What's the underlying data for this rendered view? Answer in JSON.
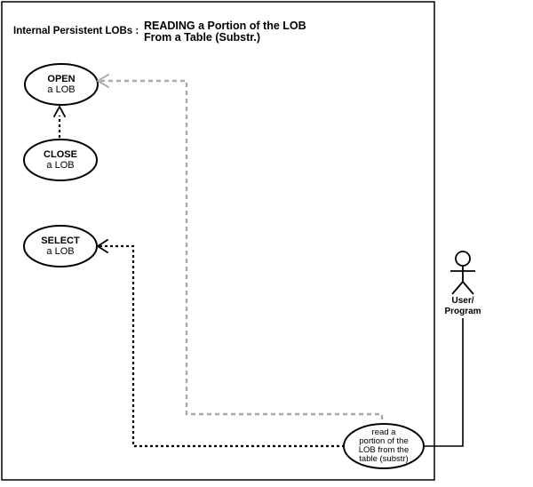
{
  "header": {
    "context_label": "Internal Persistent LOBs :",
    "title_line1": "READING a Portion of the LOB",
    "title_line2": "From a Table (Substr.)"
  },
  "use_cases": {
    "open": {
      "line1": "OPEN",
      "line2": "a LOB"
    },
    "close": {
      "line1": "CLOSE",
      "line2": "a LOB"
    },
    "select": {
      "line1": "SELECT",
      "line2": "a LOB"
    },
    "read_portion": {
      "line1": "read a",
      "line2": "portion of the",
      "line3": "LOB from the",
      "line4": "table (substr)"
    }
  },
  "actor": {
    "name_line1": "User/",
    "name_line2": "Program"
  },
  "colors": {
    "line_black": "#000000",
    "dependency_gray": "#a8a8a8",
    "background": "#ffffff"
  }
}
